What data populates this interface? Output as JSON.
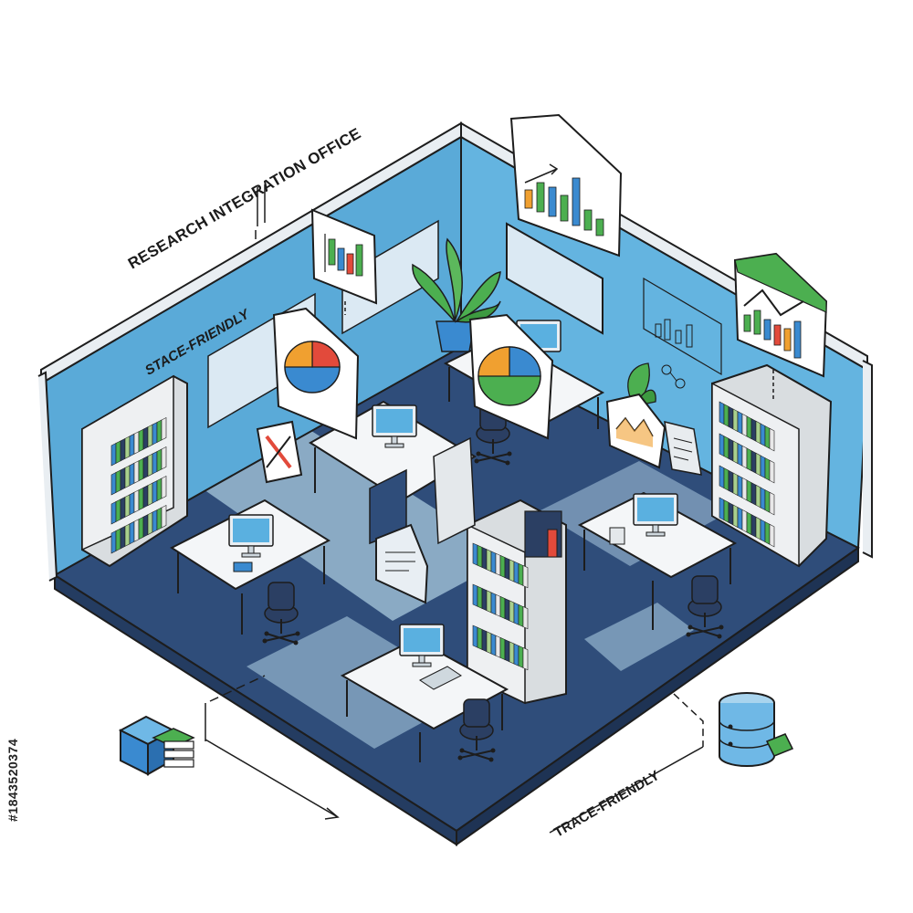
{
  "labels": {
    "title": "RESEARCH INTEGRATION OFFICE",
    "left_zone": "STACE-FRIENDLY",
    "right_zone": "TRACE-FRIENDLY"
  },
  "stock_id": "#1843520374",
  "colors": {
    "wall_blue": "#5aaad8",
    "floor_navy": "#2f4d7a",
    "floor_pale": "#a9c9de",
    "accent_green": "#4caf50",
    "accent_orange": "#f0a030",
    "accent_red": "#e24a3b",
    "accent_blue": "#3a8ad0",
    "outline": "#1d1d1d"
  },
  "icons": [
    "bar-chart-icon",
    "pie-chart-icon",
    "line-chart-icon",
    "plant-icon",
    "bookshelf-icon",
    "computer-monitor-icon",
    "office-chair-icon",
    "database-icon",
    "data-cube-icon",
    "tools-icon",
    "chat-bubble-icon",
    "document-icon"
  ]
}
